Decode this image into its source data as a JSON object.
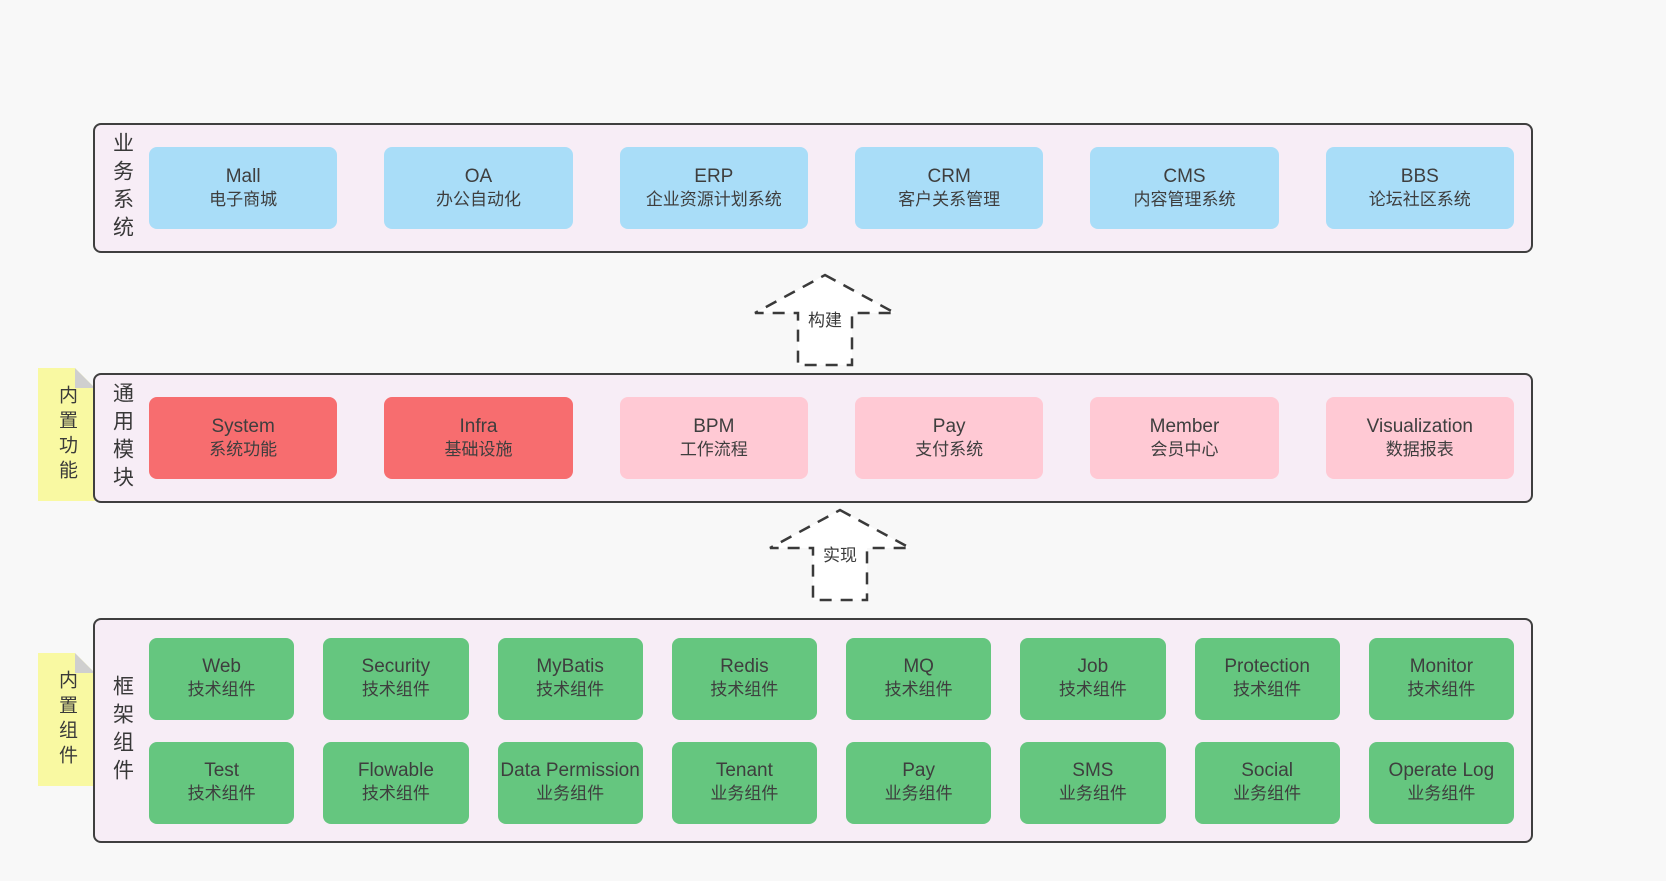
{
  "colors": {
    "page-bg": "#f8f8f8",
    "container-fill": "#f7edf6",
    "container-border": "#3f3f3f",
    "blue": "#a9ddf8",
    "red": "#f76d6f",
    "pink": "#ffc9d4",
    "green-dark": "#65c67f",
    "green-light": "#bce6c5",
    "note-fill": "#f9f9a2",
    "note-fold": "#cfcfcf",
    "text": "#3e3e3e"
  },
  "business": {
    "label": "业务系统",
    "items": [
      {
        "name": "Mall",
        "desc": "电子商城"
      },
      {
        "name": "OA",
        "desc": "办公自动化"
      },
      {
        "name": "ERP",
        "desc": "企业资源计划系统"
      },
      {
        "name": "CRM",
        "desc": "客户关系管理"
      },
      {
        "name": "CMS",
        "desc": "内容管理系统"
      },
      {
        "name": "BBS",
        "desc": "论坛社区系统"
      }
    ]
  },
  "arrow_build": {
    "label": "构建"
  },
  "modules": {
    "label": "通用模块",
    "note": "内置功能",
    "items": [
      {
        "name": "System",
        "desc": "系统功能",
        "variant": "red"
      },
      {
        "name": "Infra",
        "desc": "基础设施",
        "variant": "red"
      },
      {
        "name": "BPM",
        "desc": "工作流程",
        "variant": "pink"
      },
      {
        "name": "Pay",
        "desc": "支付系统",
        "variant": "pink"
      },
      {
        "name": "Member",
        "desc": "会员中心",
        "variant": "pink"
      },
      {
        "name": "Visualization",
        "desc": "数据报表",
        "variant": "pink"
      }
    ]
  },
  "arrow_implement": {
    "label": "实现"
  },
  "components": {
    "label": "框架组件",
    "note": "内置组件",
    "row1": [
      {
        "name": "Web",
        "desc": "技术组件",
        "variant": "tech"
      },
      {
        "name": "Security",
        "desc": "技术组件",
        "variant": "tech"
      },
      {
        "name": "MyBatis",
        "desc": "技术组件",
        "variant": "tech"
      },
      {
        "name": "Redis",
        "desc": "技术组件",
        "variant": "tech"
      },
      {
        "name": "MQ",
        "desc": "技术组件",
        "variant": "tech"
      },
      {
        "name": "Job",
        "desc": "技术组件",
        "variant": "tech"
      },
      {
        "name": "Protection",
        "desc": "技术组件",
        "variant": "tech"
      },
      {
        "name": "Monitor",
        "desc": "技术组件",
        "variant": "tech"
      }
    ],
    "row2": [
      {
        "name": "Test",
        "desc": "技术组件",
        "variant": "tech"
      },
      {
        "name": "Flowable",
        "desc": "技术组件",
        "variant": "tech"
      },
      {
        "name": "Data Permission",
        "desc": "业务组件",
        "variant": "biz"
      },
      {
        "name": "Tenant",
        "desc": "业务组件",
        "variant": "biz"
      },
      {
        "name": "Pay",
        "desc": "业务组件",
        "variant": "biz"
      },
      {
        "name": "SMS",
        "desc": "业务组件",
        "variant": "biz"
      },
      {
        "name": "Social",
        "desc": "业务组件",
        "variant": "biz"
      },
      {
        "name": "Operate Log",
        "desc": "业务组件",
        "variant": "biz"
      }
    ]
  }
}
